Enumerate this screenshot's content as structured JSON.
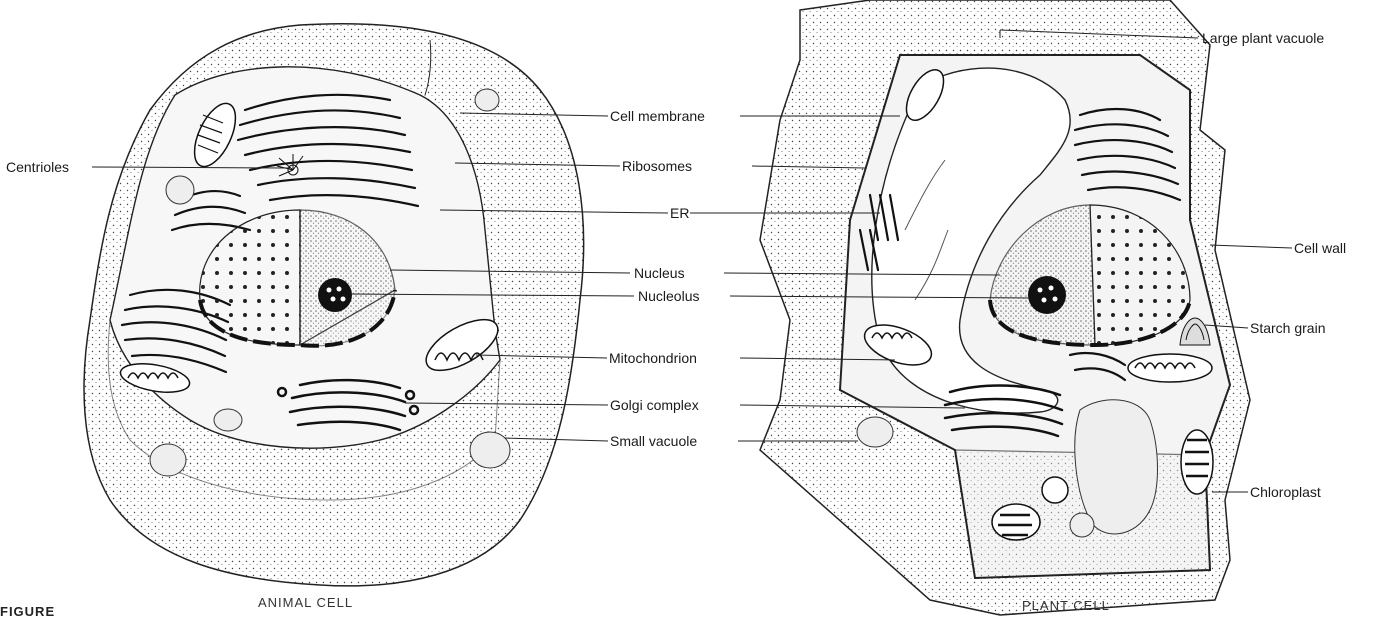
{
  "animal_cell": {
    "caption": "ANIMAL CELL",
    "labels": {
      "centrioles": "Centrioles",
      "cell_membrane": "Cell membrane",
      "ribosomes": "Ribosomes",
      "er": "ER",
      "nucleus": "Nucleus",
      "nucleolus": "Nucleolus",
      "mitochondrion": "Mitochondrion",
      "golgi_complex": "Golgi complex",
      "small_vacuole": "Small vacuole"
    }
  },
  "plant_cell": {
    "caption": "PLANT CELL",
    "labels": {
      "large_plant_vacuole": "Large plant vacuole",
      "cell_wall": "Cell wall",
      "starch_grain": "Starch grain",
      "chloroplast": "Chloroplast"
    }
  },
  "figure_caption": "FIGURE"
}
